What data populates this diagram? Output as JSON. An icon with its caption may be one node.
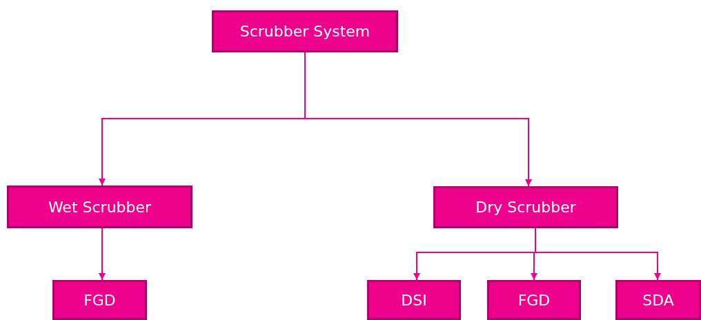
{
  "diagram": {
    "nodes": [
      {
        "text": [
          "Scrubber System"
        ]
      },
      {
        "text": [
          "Wet Scrubber"
        ]
      },
      {
        "text": [
          "Dry Scrubber"
        ]
      },
      {
        "text": [
          "FGD"
        ]
      },
      {
        "text": [
          "DSI"
        ]
      },
      {
        "text": [
          "FGD"
        ]
      },
      {
        "text": [
          "SDA"
        ]
      }
    ],
    "edges": [
      {
        "from": 0,
        "to": 1,
        "arrow": "to"
      },
      {
        "from": 0,
        "to": 2,
        "arrow": "to"
      },
      {
        "from": 1,
        "to": 3,
        "arrow": "to"
      },
      {
        "from": 2,
        "to": 4,
        "arrow": "to"
      },
      {
        "from": 2,
        "to": 5,
        "arrow": "to"
      },
      {
        "from": 2,
        "to": 6,
        "arrow": "to"
      }
    ]
  }
}
